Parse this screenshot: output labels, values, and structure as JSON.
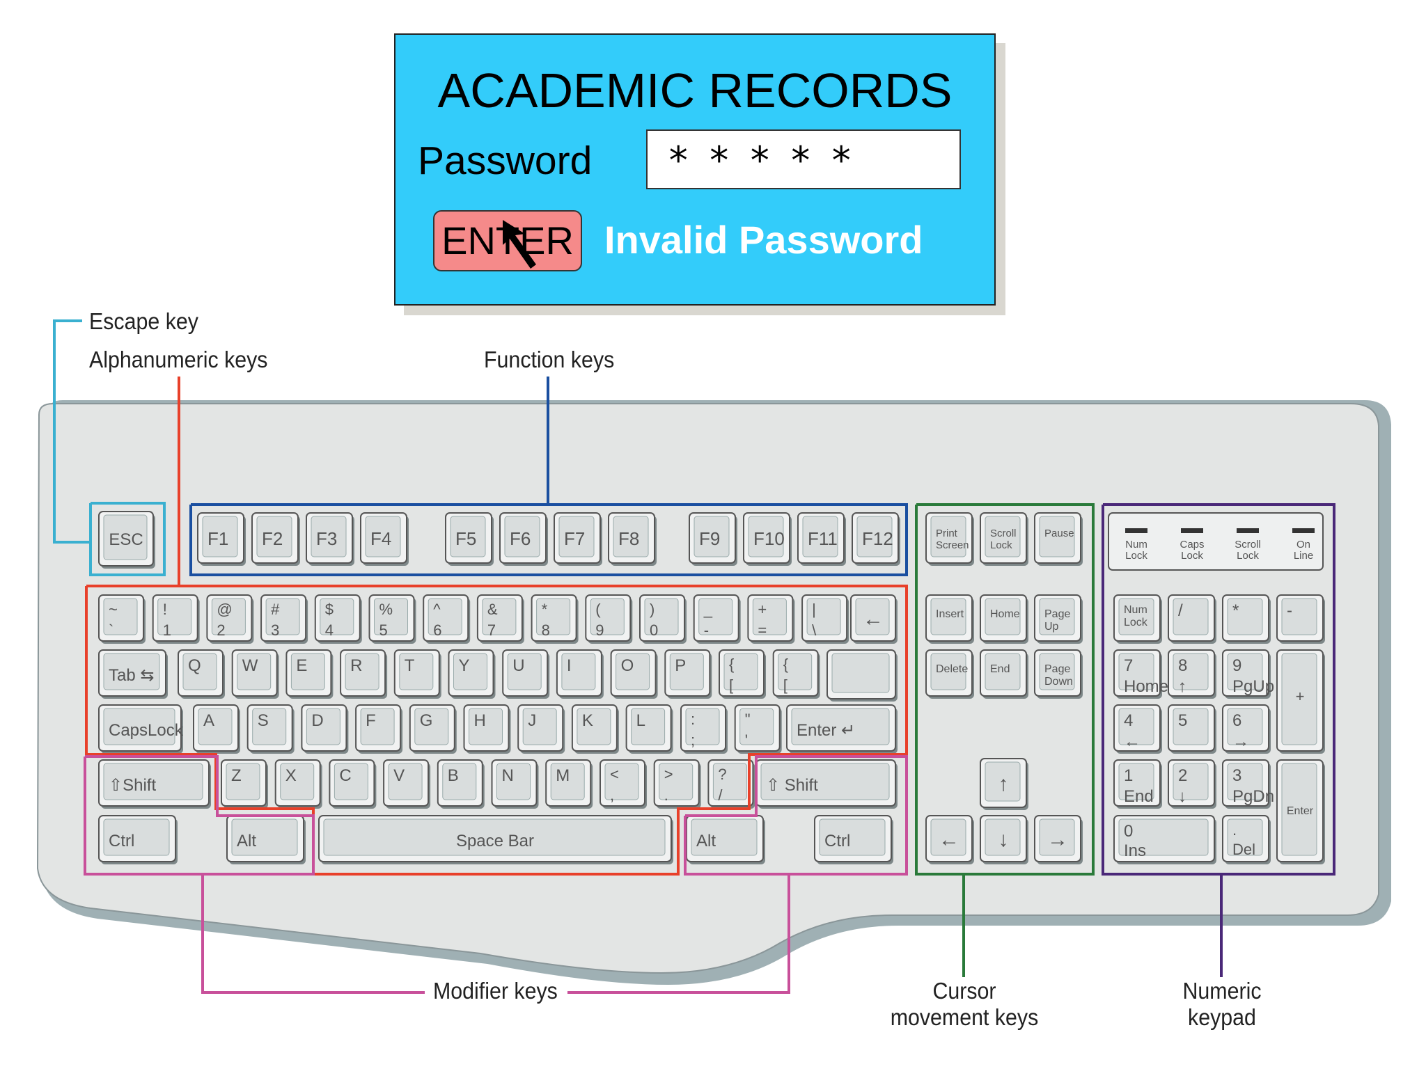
{
  "login": {
    "title": "ACADEMIC RECORDS",
    "password_label": "Password",
    "password_value": "*****",
    "enter_label": "ENTER",
    "status": "Invalid Password"
  },
  "annotations": {
    "escape": "Escape key",
    "alphanumeric": "Alphanumeric keys",
    "function": "Function keys",
    "modifier": "Modifier keys",
    "cursor_line1": "Cursor",
    "cursor_line2": "movement keys",
    "numeric_line1": "Numeric",
    "numeric_line2": "keypad"
  },
  "colors": {
    "panel": "#33ccfa",
    "enter_button": "#f58a8a",
    "escape": "#3ab0d0",
    "function": "#1a4fa0",
    "alphanumeric": "#e8402a",
    "modifier": "#c8509a",
    "cursor": "#2a7a3a",
    "numeric": "#4a2878"
  },
  "keys": {
    "esc": "ESC",
    "function": [
      "F1",
      "F2",
      "F3",
      "F4",
      "F5",
      "F6",
      "F7",
      "F8",
      "F9",
      "F10",
      "F11",
      "F12"
    ],
    "system": [
      "Print Screen",
      "Scroll Lock",
      "Pause"
    ],
    "number_row": [
      [
        "~",
        "`"
      ],
      [
        "!",
        "1"
      ],
      [
        "@",
        "2"
      ],
      [
        "#",
        "3"
      ],
      [
        "$",
        "4"
      ],
      [
        "%",
        "5"
      ],
      [
        "^",
        "6"
      ],
      [
        "&",
        "7"
      ],
      [
        "*",
        "8"
      ],
      [
        "(",
        "9"
      ],
      [
        ")",
        "0"
      ],
      [
        "_",
        "-"
      ],
      [
        "+",
        "="
      ],
      [
        "|",
        "\\"
      ]
    ],
    "top_row": [
      "Q",
      "W",
      "E",
      "R",
      "T",
      "Y",
      "U",
      "I",
      "O",
      "P"
    ],
    "top_row_brackets": [
      [
        "{",
        "["
      ],
      [
        "{",
        "["
      ]
    ],
    "home_row": [
      "A",
      "S",
      "D",
      "F",
      "G",
      "H",
      "J",
      "K",
      "L"
    ],
    "home_row_punct": [
      [
        ":",
        ";"
      ],
      [
        "\"",
        "'"
      ]
    ],
    "bottom_row": [
      "Z",
      "X",
      "C",
      "V",
      "B",
      "N",
      "M"
    ],
    "bottom_row_punct": [
      [
        "<",
        ","
      ],
      [
        ">",
        "."
      ],
      [
        "?",
        "/"
      ]
    ],
    "tab": "Tab",
    "capslock": "CapsLock",
    "enter": "Enter",
    "shift": "Shift",
    "ctrl": "Ctrl",
    "alt": "Alt",
    "space": "Space Bar",
    "edit_keys": [
      "Insert",
      "Home",
      "Page Up",
      "Delete",
      "End",
      "Page Down"
    ],
    "indicators": [
      "Num Lock",
      "Caps Lock",
      "Scroll Lock",
      "On Line"
    ],
    "numpad": [
      [
        "Num Lock",
        ""
      ],
      [
        "/",
        ""
      ],
      [
        "*",
        ""
      ],
      [
        "-",
        ""
      ],
      [
        "7",
        "Home"
      ],
      [
        "8",
        "↑"
      ],
      [
        "9",
        "PgUp"
      ],
      [
        "4",
        "←"
      ],
      [
        "5",
        ""
      ],
      [
        "6",
        "→"
      ],
      [
        "1",
        "End"
      ],
      [
        "2",
        "↓"
      ],
      [
        "3",
        "PgDn"
      ],
      [
        "0",
        "Ins"
      ],
      [
        ".",
        "Del"
      ],
      [
        "+",
        ""
      ],
      [
        "Enter",
        ""
      ]
    ]
  }
}
